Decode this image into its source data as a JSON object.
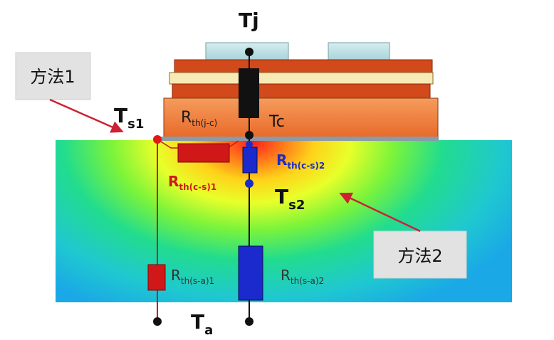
{
  "labels": {
    "tj": "Tj",
    "tc": "Tc",
    "ts1_main": "T",
    "ts1_sub": "s1",
    "ts2_main": "T",
    "ts2_sub": "s2",
    "ta_main": "T",
    "ta_sub": "a",
    "rth_jc_main": "R",
    "rth_jc_sub": "th(j-c)",
    "rth_cs1_main": "R",
    "rth_cs1_sub": "th(c-s)1",
    "rth_cs2_main": "R",
    "rth_cs2_sub": "th(c-s)2",
    "rth_sa1_main": "R",
    "rth_sa1_sub": "th(s-a)1",
    "rth_sa2_main": "R",
    "rth_sa2_sub": "th(s-a)2"
  },
  "callouts": {
    "method1": "方法1",
    "method2": "方法2"
  },
  "colors": {
    "path1": "#cc1a1a",
    "path2": "#1a2acc",
    "resistor_jc": "#111111",
    "case": "#f07a3a",
    "arrow": "#cc2233"
  }
}
